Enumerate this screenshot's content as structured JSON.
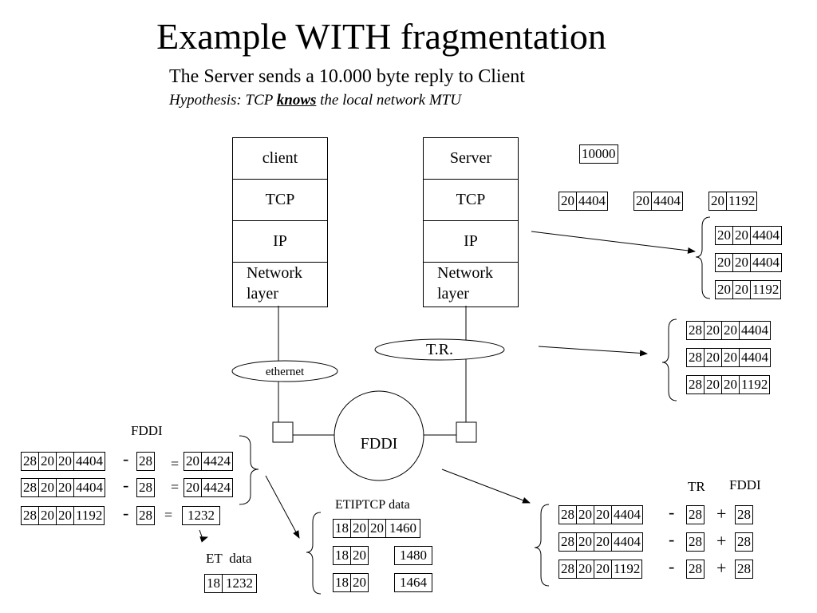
{
  "title": "Example WITH fragmentation",
  "subtitle": "The Server sends a 10.000 byte reply to Client",
  "hypothesis": {
    "pre": "Hypothesis: TCP ",
    "bold": "knows",
    "post": " the local network MTU"
  },
  "client_stack": {
    "app": "client",
    "tcp": "TCP",
    "ip": "IP",
    "net1": "Network",
    "net2": "layer"
  },
  "server_stack": {
    "app": "Server",
    "tcp": "TCP",
    "ip": "IP",
    "net1": "Network",
    "net2": "layer"
  },
  "networks": {
    "ethernet": "ethernet",
    "tr": "T.R.",
    "fddi": "FDDI"
  },
  "app_data": "10000",
  "tcp_segments": [
    [
      "20",
      "4404"
    ],
    [
      "20",
      "4404"
    ],
    [
      "20",
      "1192"
    ]
  ],
  "ip_packets": [
    [
      "20",
      "20",
      "4404"
    ],
    [
      "20",
      "20",
      "4404"
    ],
    [
      "20",
      "20",
      "1192"
    ]
  ],
  "tr_frames": [
    [
      "28",
      "20",
      "20",
      "4404"
    ],
    [
      "28",
      "20",
      "20",
      "4404"
    ],
    [
      "28",
      "20",
      "20",
      "1192"
    ]
  ],
  "fddi_label_left": "FDDI",
  "left_calc": [
    {
      "frame": [
        "28",
        "20",
        "20",
        "4404"
      ],
      "minus": "-",
      "sub": "28",
      "eq": "=",
      "result": [
        "20",
        "4424"
      ]
    },
    {
      "frame": [
        "28",
        "20",
        "20",
        "4404"
      ],
      "minus": "-",
      "sub": "28",
      "eq": "=",
      "result": [
        "20",
        "4424"
      ]
    },
    {
      "frame": [
        "28",
        "20",
        "20",
        "1192"
      ],
      "minus": "-",
      "sub": "28",
      "eq": "=",
      "result": [
        "1232"
      ]
    }
  ],
  "et_header": {
    "et": "ET",
    "data": "data"
  },
  "et_frame": [
    "18",
    "1232"
  ],
  "eth_header": {
    "et": "ET",
    "ip": "IP",
    "tcp": "TCP",
    "data": "data"
  },
  "eth_frames": [
    [
      "18",
      "20",
      "20",
      "1460"
    ],
    [
      "18",
      "20",
      "",
      "1480"
    ],
    [
      "18",
      "20",
      "",
      "1464"
    ]
  ],
  "right_header": {
    "tr": "TR",
    "fddi": "FDDI"
  },
  "right_calc": [
    {
      "frame": [
        "28",
        "20",
        "20",
        "4404"
      ],
      "minus": "-",
      "tr": "28",
      "plus": "+",
      "fddi": "28"
    },
    {
      "frame": [
        "28",
        "20",
        "20",
        "4404"
      ],
      "minus": "-",
      "tr": "28",
      "plus": "+",
      "fddi": "28"
    },
    {
      "frame": [
        "28",
        "20",
        "20",
        "1192"
      ],
      "minus": "-",
      "tr": "28",
      "plus": "+",
      "fddi": "28"
    }
  ]
}
